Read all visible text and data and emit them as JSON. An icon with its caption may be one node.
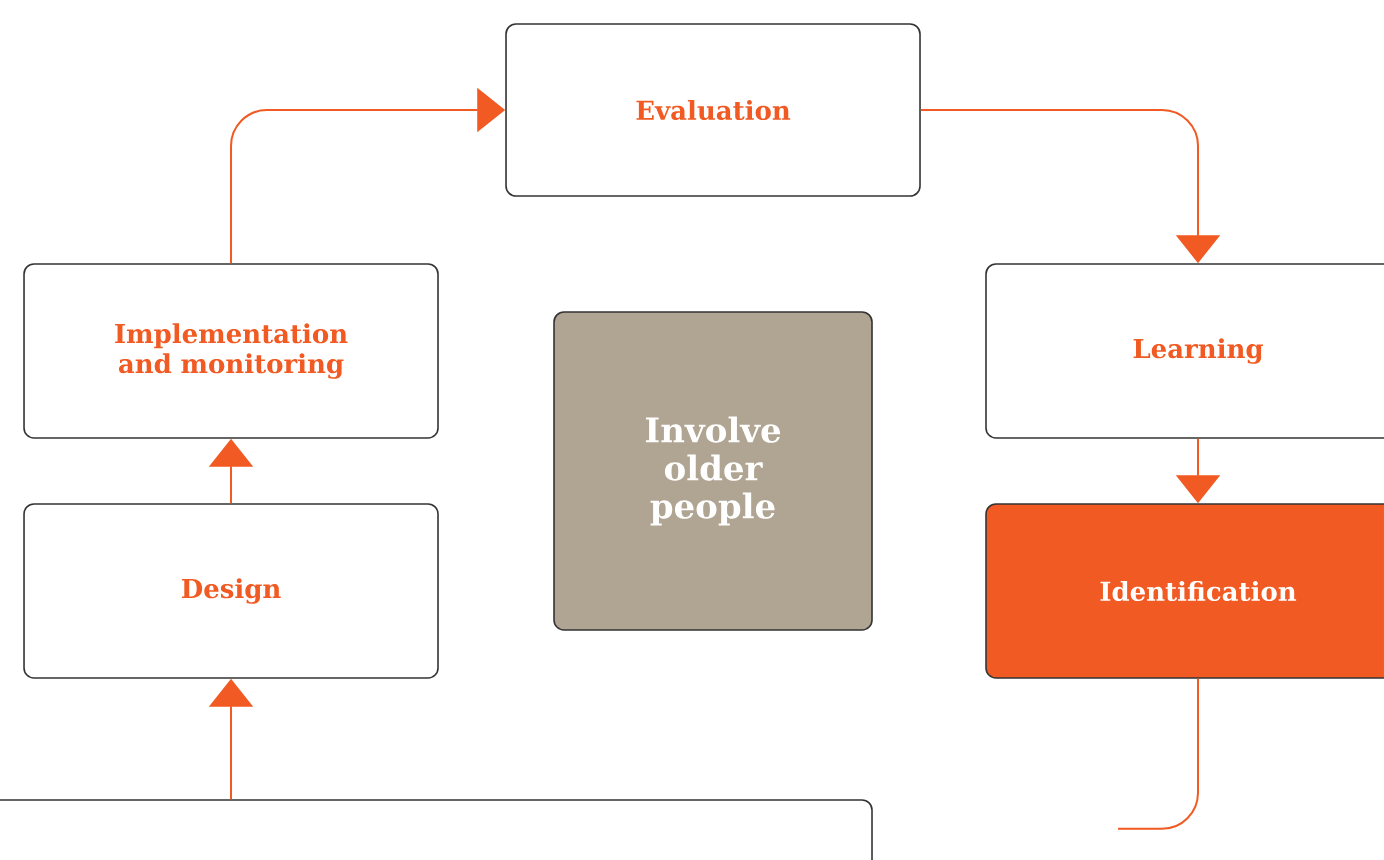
{
  "diagram": {
    "nodes": [
      {
        "text": [
          "Evaluation"
        ]
      },
      {
        "text": [
          "Implementation and monitoring"
        ]
      },
      {
        "text": [
          "Involve older people"
        ]
      },
      {
        "text": [
          "Learning"
        ]
      },
      {
        "text": [
          "Design"
        ]
      },
      {
        "text": [
          "Identification"
        ]
      },
      {
        "text": [],
        "shape": "box"
      }
    ],
    "edges": [
      {
        "from": 1,
        "to": 0,
        "arrow": "to"
      },
      {
        "from": 0,
        "to": 3,
        "arrow": "to"
      },
      {
        "from": 3,
        "to": 5,
        "arrow": "to"
      },
      {
        "from": 4,
        "to": 1,
        "arrow": "to"
      },
      {
        "from": 6,
        "to": 4,
        "arrow": "to"
      },
      {
        "from": 5,
        "to": null,
        "arrow": "none"
      }
    ]
  }
}
